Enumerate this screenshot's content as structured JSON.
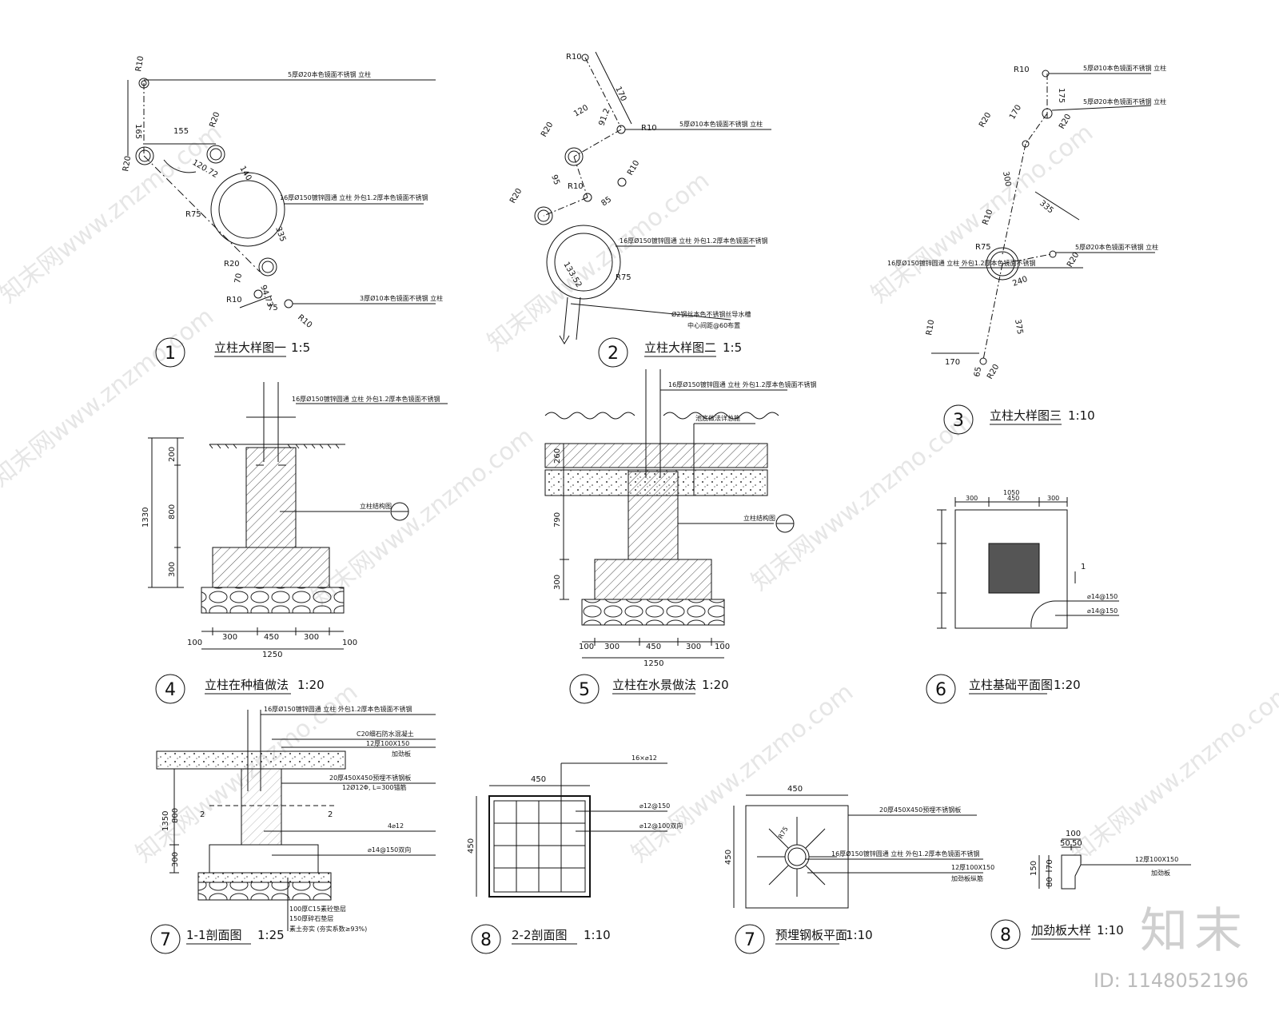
{
  "drawings": {
    "d1": {
      "num": "1",
      "title": "立柱大样图一",
      "scale": "1:5",
      "notes": [
        "5厚Ø20本色镜面不锈钢 立柱",
        "16厚Ø150镀锌圆通 立柱 外包1.2厚本色镜面不锈钢",
        "3厚Ø10本色镜面不锈钢 立柱"
      ],
      "dims": [
        "R10",
        "165",
        "R20",
        "155",
        "R20",
        "120.72",
        "140",
        "R75",
        "335",
        "R20",
        "70",
        "R10",
        "94.73",
        "75",
        "R10"
      ]
    },
    "d2": {
      "num": "2",
      "title": "立柱大样图二",
      "scale": "1:5",
      "notes": [
        "5厚Ø10本色镜面不锈钢 立柱",
        "16厚Ø150镀锌圆通 立柱 外包1.2厚本色镜面不锈钢",
        "Ø2钢丝本色不锈钢丝导水槽",
        "中心间距@60布置"
      ],
      "dims": [
        "R10",
        "170",
        "120",
        "91.2",
        "R10",
        "R20",
        "R10",
        "95",
        "R10",
        "R20",
        "85",
        "R75",
        "133.52"
      ]
    },
    "d3": {
      "num": "3",
      "title": "立柱大样图三",
      "scale": "1:10",
      "notes": [
        "5厚Ø10本色镜面不锈钢 立柱",
        "5厚Ø20本色镜面不锈钢 立柱",
        "5厚Ø20本色镜面不锈钢 立柱",
        "16厚Ø150镀锌圆通 立柱 外包1.2厚本色镜面不锈钢"
      ],
      "dims": [
        "R10",
        "175",
        "R20",
        "170",
        "300",
        "R20",
        "R10",
        "335",
        "R75",
        "R20",
        "240",
        "375",
        "R10",
        "170",
        "65",
        "R20"
      ]
    },
    "d4": {
      "num": "4",
      "title": "立柱在种植做法",
      "scale": "1:20",
      "notes": [
        "16厚Ø150镀锌圆通 立柱 外包1.2厚本色镜面不锈钢",
        "立柱结构图"
      ],
      "dims": [
        "1330",
        "200",
        "800",
        "300",
        "100",
        "300",
        "450",
        "300",
        "100",
        "1250"
      ]
    },
    "d5": {
      "num": "5",
      "title": "立柱在水景做法",
      "scale": "1:20",
      "notes": [
        "16厚Ø150镀锌圆通 立柱 外包1.2厚本色镜面不锈钢",
        "池底做法详总施",
        "立柱结构图"
      ],
      "dims": [
        "260",
        "790",
        "300",
        "100",
        "300",
        "450",
        "300",
        "100",
        "1250"
      ]
    },
    "d6": {
      "num": "6",
      "title": "立柱基础平面图",
      "scale": "1:20",
      "notes": [
        "1",
        "⌀14@150",
        "⌀14@150"
      ],
      "dims": [
        "1050",
        "300",
        "450",
        "300"
      ]
    },
    "d7a": {
      "num": "7",
      "title": "1-1剖面图",
      "scale": "1:25",
      "notes": [
        "16厚Ø150镀锌圆通 立柱 外包1.2厚本色镜面不锈钢",
        "C20细石防水混凝土",
        "12厚100X150",
        "加劲板",
        "20厚450X450预埋不锈钢板",
        "12Ø12Φ, L=300锚筋",
        "4⌀12",
        "⌀14@150双向",
        "100厚C15素砼垫层",
        "150厚碎石垫层",
        "素土夯实 (夯实系数≥93%)"
      ],
      "dims": [
        "1350",
        "800",
        "300",
        "2",
        "2"
      ]
    },
    "d8a": {
      "num": "8",
      "title": "2-2剖面图",
      "scale": "1:10",
      "notes": [
        "16×⌀12",
        "⌀12@150",
        "⌀12@100双向"
      ],
      "dims": [
        "450",
        "450"
      ]
    },
    "d7b": {
      "num": "7",
      "title": "预埋钢板平面",
      "scale": "1:10",
      "notes": [
        "20厚450X450预埋不锈钢板",
        "16厚Ø150镀锌圆通 立柱 外包1.2厚本色镜面不锈钢",
        "12厚100X150",
        "加劲板纵筋"
      ],
      "dims": [
        "450",
        "450",
        "R75"
      ]
    },
    "d8b": {
      "num": "8",
      "title": "加劲板大样",
      "scale": "1:10",
      "notes": [
        "12厚100X150",
        "加劲板"
      ],
      "dims": [
        "100",
        "50",
        "50",
        "150",
        "80",
        "70"
      ]
    }
  },
  "watermark": {
    "text": "知末网www.znzmo.com"
  },
  "brand": {
    "logo": "知末",
    "id": "ID: 1148052196"
  }
}
